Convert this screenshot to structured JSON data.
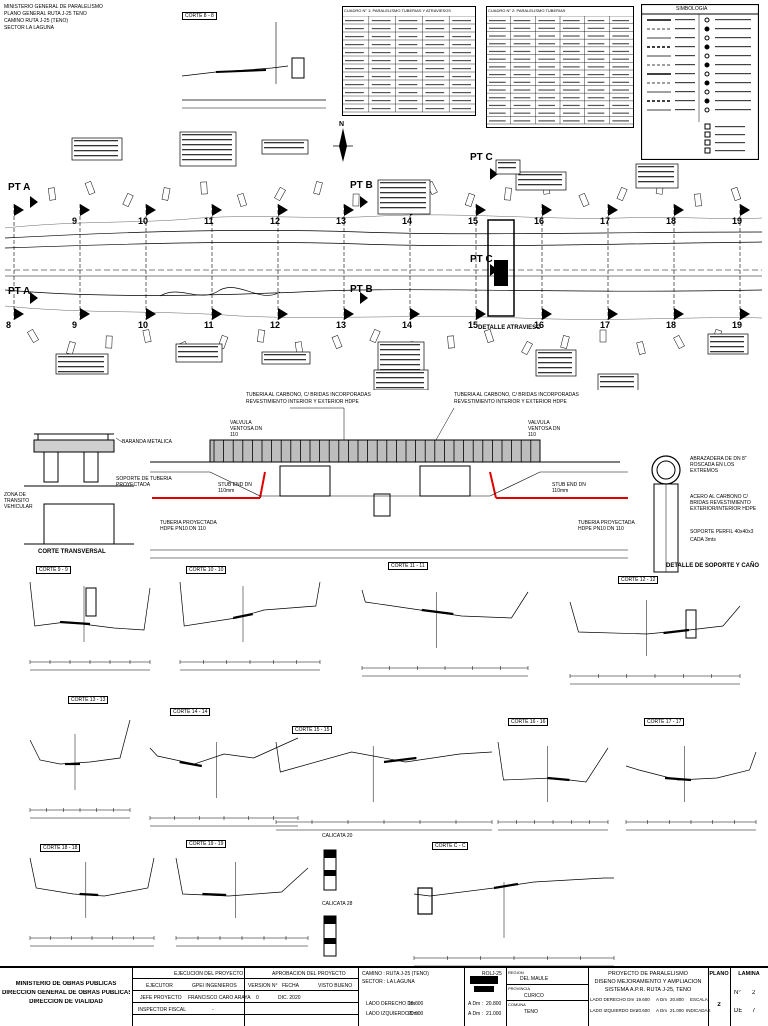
{
  "header_notes": {
    "line1": "MINISTERIO GENERAL DE PARALELISMO",
    "line2": "PLANO GENERAL RUTA J-25 TENO",
    "line3": "CAMINO RUTA J-25 (TENO)",
    "line4": "SECTOR LA LAGUNA"
  },
  "stations_top": [
    "9",
    "10",
    "11",
    "12",
    "13",
    "14",
    "15",
    "16",
    "17",
    "18",
    "19"
  ],
  "stations_bottom": [
    "8",
    "9",
    "10",
    "11",
    "12",
    "13",
    "14",
    "15",
    "16",
    "17",
    "18",
    "19"
  ],
  "pt_labels": {
    "pt_a": "PT A",
    "pt_a2": "PT A",
    "pt_b": "PT B",
    "pt_b2": "PT B",
    "pt_c": "PT C",
    "pt_c2": "PT C"
  },
  "detail_atravieso": "DETALLE ATRAVIESO",
  "legend_title": "SIMBOLOGIA",
  "quantity_table_title": "CUADRO N° 1: PARALELISMO TUBERIAS Y ATRAVIESOS",
  "quantity_table2_title": "CUADRO N° 2: PARALELISMO TUBERIAS",
  "elevation": {
    "pipe_left_title": "TUBERIA AL CARBONO, C/ BRIDAS INCORPORADAS",
    "pipe_left_sub": "REVESTIMIENTO INTERIOR Y EXTERIOR HDPE",
    "pipe_right_title": "TUBERIA AL CARBONO, C/ BRIDAS INCORPORADAS",
    "pipe_right_sub": "REVESTIMIENTO INTERIOR Y EXTERIOR HDPE",
    "valve_left": "VALVULA VENTOSA DN 110",
    "valve_right": "VALVULA VENTOSA DN 110",
    "stub_left": "STUB END DN 110mm",
    "stub_right": "STUB END DN 110mm",
    "hdpe_left": "TUBERIA PROYECTADA HDPE PN10 DN 110",
    "hdpe_right": "TUBERIA PROYECTADA HDPE PN10 DN 110"
  },
  "corte_transversal": {
    "title": "CORTE TRANSVERSAL",
    "baranda": "BARANDA METALICA",
    "soporte": "SOPORTE DE TUBERIA PROYECTADA",
    "zona": "ZONA DE TRANSITO VEHICULAR"
  },
  "detalle_soporte": {
    "title": "DETALLE DE SOPORTE Y CAÑO",
    "note1": "ABRAZADERA DE DN 8\" ROSCADA EN LOS EXTREMOS",
    "note2": "ACERO AL CARBONO C/ BRIDAS REVESTIMIENTO EXTERIOR/INTERIOR HDPE",
    "note3": "SOPORTE PERFIL 40x40x3",
    "note4": "CADA 3mts"
  },
  "top_cortes": [
    "CORTE 8 - 8"
  ],
  "cortes": [
    "CORTE 9 - 9",
    "CORTE 10 - 10",
    "CORTE 11 - 11",
    "CORTE 12 - 12",
    "CORTE 13 - 13",
    "CORTE 14 - 14",
    "CORTE 15 - 15",
    "CORTE 16 - 16",
    "CORTE 17 - 17",
    "CORTE 18 - 18",
    "CORTE 19 - 19",
    "CORTE C - C"
  ],
  "calicatas": [
    "CALICATA 20",
    "CALICATA 28"
  ],
  "title_block": {
    "ministry1": "MINISTERIO DE OBRAS PÚBLICAS",
    "ministry2": "DIRECCIÓN GENERAL DE OBRAS PÚBLICAS",
    "ministry3": "DIRECCIÓN DE VIALIDAD",
    "ejecucion": "EJECUCIÓN DEL PROYECTO",
    "aprobacion": "APROBACIÓN DEL PROYECTO",
    "ejecutor_lbl": "EJECUTOR",
    "ejecutor_val": "GPEI INGENIEROS",
    "jefe_lbl": "JEFE PROYECTO",
    "jefe_val": "FRANCISCO CARO ARAYA",
    "inspector_lbl": "INSPECTOR FISCAL",
    "inspector_val": "-",
    "version_lbl": "VERSION N°",
    "version_val": "0",
    "fecha_lbl": "FECHA",
    "fecha_val": "DIC. 2020",
    "visto_lbl": "VISTO BUENO",
    "camino": "CAMINO : RUTA J-25 (TENO)",
    "sector": "SECTOR : LA LAGUNA",
    "lado_der": "LADO DERECHO Dm :",
    "lado_der_val": "19.600",
    "lado_izq": "LADO IZQUIERDO Dm :",
    "lado_izq_val": "20.900",
    "a_dm1": "A Dm :",
    "a_dm1_val": "20.800",
    "a_dm2": "A Dm :",
    "a_dm2_val": "21.000",
    "rol_lbl": "ROL",
    "rol_val": "J-25",
    "region_lbl": "REGION",
    "region_val": "DEL MAULE",
    "provincia_lbl": "PROVINCIA",
    "provincia_val": "CURICO",
    "comuna_lbl": "COMUNA",
    "comuna_val": "TENO",
    "proyecto1": "PROYECTO DE PARALELISMO",
    "proyecto2": "DISEÑO MEJORAMIENTO Y AMPLIACIÓN",
    "proyecto3": "SISTEMA A.P.R. RUTA J-25, TENO",
    "lado_der2": "LADO DERECHO Dm",
    "lado_der2_val": "19.600",
    "a_dm3": "A Dm",
    "a_dm3_val": "20.800",
    "escala": "ESCALA",
    "lado_izq2": "LADO IZQUIERDO Dm",
    "lado_izq2_val": "20.600",
    "a_dm4": "A Dm",
    "a_dm4_val": "21.000",
    "indicadas": "INDICADAS",
    "plano_lbl": "PLANO",
    "plano_val": "2",
    "lamina_lbl": "LÁMINA",
    "lamina_n": "N°",
    "lamina_val": "2",
    "lamina_de": "DE",
    "lamina_total": "7"
  },
  "colors": {
    "line": "#000000",
    "red_pipe": "#e00000",
    "grid": "#9a9a9a"
  }
}
